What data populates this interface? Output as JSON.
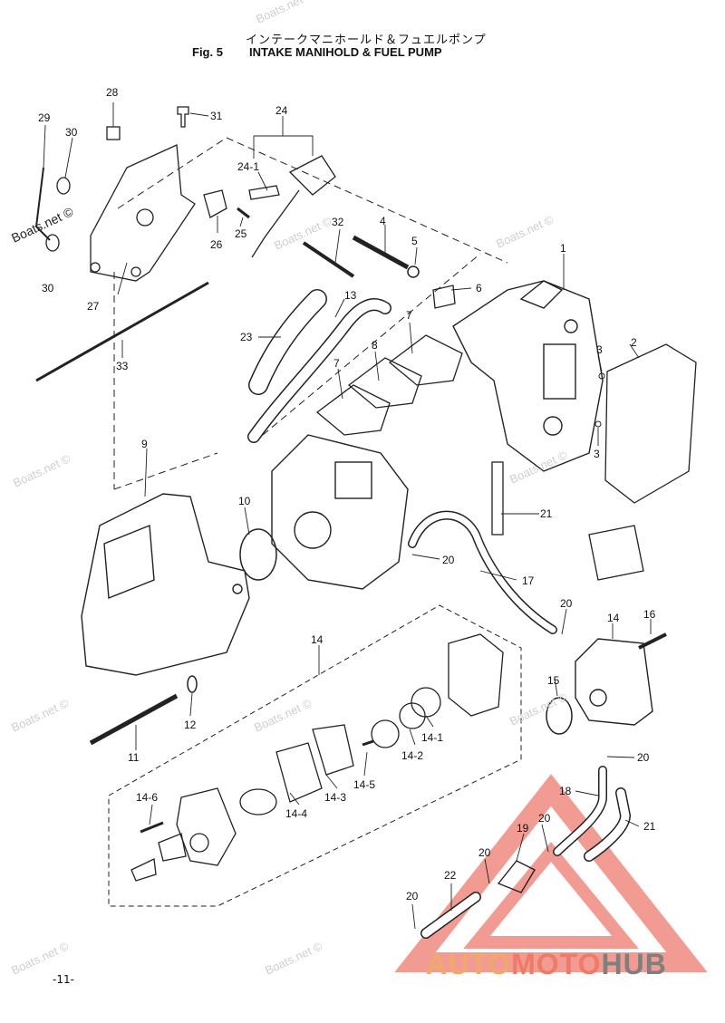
{
  "header": {
    "title_jp": "インテークマニホールド＆フュエルポンプ",
    "fig_label": "Fig. 5",
    "title_en": "INTAKE MANIHOLD & FUEL PUMP"
  },
  "page_number": "-11-",
  "watermarks": {
    "boats_net": "Boats.net ©"
  },
  "logo": {
    "part1": "AUTO",
    "part2": "MOTO",
    "part3": "HUB"
  },
  "callouts": {
    "c1": "1",
    "c2": "2",
    "c3a": "3",
    "c3b": "3",
    "c4": "4",
    "c5": "5",
    "c6": "6",
    "c7a": "7",
    "c7b": "7",
    "c8": "8",
    "c9": "9",
    "c10": "10",
    "c11": "11",
    "c12": "12",
    "c13": "13",
    "c14a": "14",
    "c14b": "14",
    "c14_1": "14-1",
    "c14_2": "14-2",
    "c14_3": "14-3",
    "c14_4": "14-4",
    "c14_5": "14-5",
    "c14_6": "14-6",
    "c15": "15",
    "c16": "16",
    "c17": "17",
    "c18": "18",
    "c19": "19",
    "c20a": "20",
    "c20b": "20",
    "c20c": "20",
    "c20d": "20",
    "c20e": "20",
    "c20f": "20",
    "c21a": "21",
    "c21b": "21",
    "c22": "22",
    "c23": "23",
    "c24": "24",
    "c24_1": "24-1",
    "c25": "25",
    "c26": "26",
    "c27": "27",
    "c28": "28",
    "c29": "29",
    "c30a": "30",
    "c30b": "30",
    "c31": "31",
    "c32": "32",
    "c33": "33"
  }
}
